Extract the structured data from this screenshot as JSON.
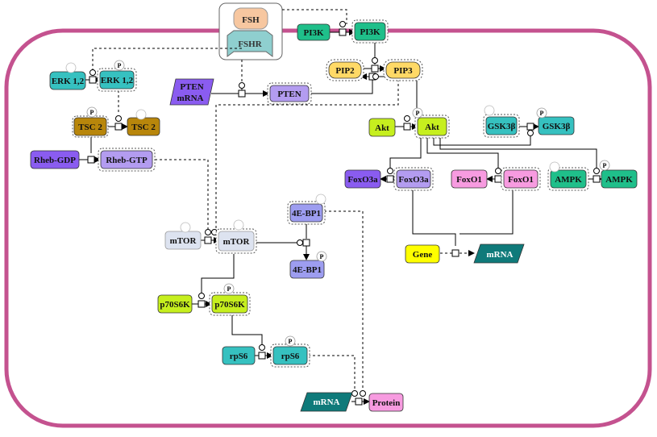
{
  "nodes": {
    "fsh": "FSH",
    "fshr": "FSHR",
    "pi3k_a": "PI3K",
    "pi3k_b": "PI3K",
    "erk_a": "ERK 1,2",
    "erk_b": "ERK 1,2",
    "pip2": "PIP2",
    "pip3": "PIP3",
    "pten_mrna_1": "PTEN",
    "pten_mrna_2": "mRNA",
    "pten": "PTEN",
    "tsc2_a": "TSC 2",
    "tsc2_b": "TSC 2",
    "akt_a": "Akt",
    "akt_b": "Akt",
    "gsk3b_a": "GSK3β",
    "gsk3b_b": "GSK3β",
    "rheb_gdp": "Rheb-GDP",
    "rheb_gtp": "Rheb-GTP",
    "foxo3a_a": "FoxO3a",
    "foxo3a_b": "FoxO3a",
    "foxo1_a": "FoxO1",
    "foxo1_b": "FoxO1",
    "ampk_a": "AMPK",
    "ampk_b": "AMPK",
    "ebp1_a": "4E-BP1",
    "ebp1_b": "4E-BP1",
    "mtor_a": "mTOR",
    "mtor_b": "mTOR",
    "gene": "Gene",
    "mrna_gene": "mRNA",
    "p70_a": "p70S6K",
    "p70_b": "p70S6K",
    "rps6_a": "rpS6",
    "rps6_b": "rpS6",
    "mrna_protein": "mRNA",
    "protein": "Protein"
  },
  "phospho_label": "P",
  "colors": {
    "membrane": "#c4528f",
    "teal": "#36c1c0",
    "green": "#1fbf8a",
    "gold": "#b8860b",
    "yellow": "#ffd966",
    "lime": "#c6ef1e",
    "purple": "#8a5cf0",
    "lavender": "#b39cf0",
    "pink": "#f79be0",
    "periwinkle": "#9d9df0",
    "pale": "#dde3f0",
    "dark_teal": "#0f7a7a",
    "gene_yellow": "#ffff00"
  }
}
